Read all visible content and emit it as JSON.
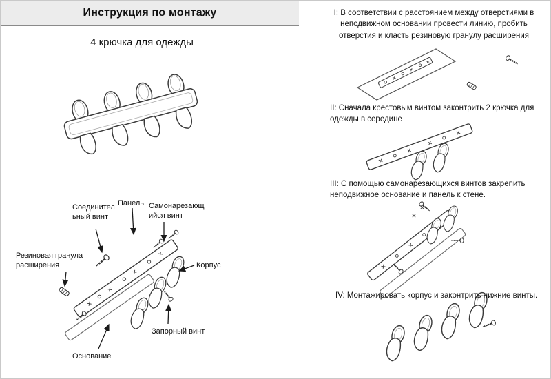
{
  "page": {
    "title": "Инструкция по монтажу",
    "subtitle": "4 крючка для одежды"
  },
  "parts": {
    "connecting_screw": "Соединительный винт",
    "panel": "Панель",
    "self_tapping_screw": "Самонарезающийся винт",
    "expansion_plug": "Резиновая гранула расширения",
    "body": "Корпус",
    "locking_screw": "Запорный винт",
    "base": "Основание"
  },
  "steps": [
    {
      "text": "I: В соответствии с расстоянием между отверстиями в неподвижном основании провести линию, пробить отверстия и класть резиновую гранулу расширения"
    },
    {
      "text": "II: Сначала крестовым винтом законтрить 2 крючка для одежды в середине"
    },
    {
      "text": "III: С помощью самонарезающихся винтов закрепить неподвижное основание и панель к стене."
    },
    {
      "text": "IV: Монтажировать корпус и законтрить нижние винты."
    }
  ]
}
